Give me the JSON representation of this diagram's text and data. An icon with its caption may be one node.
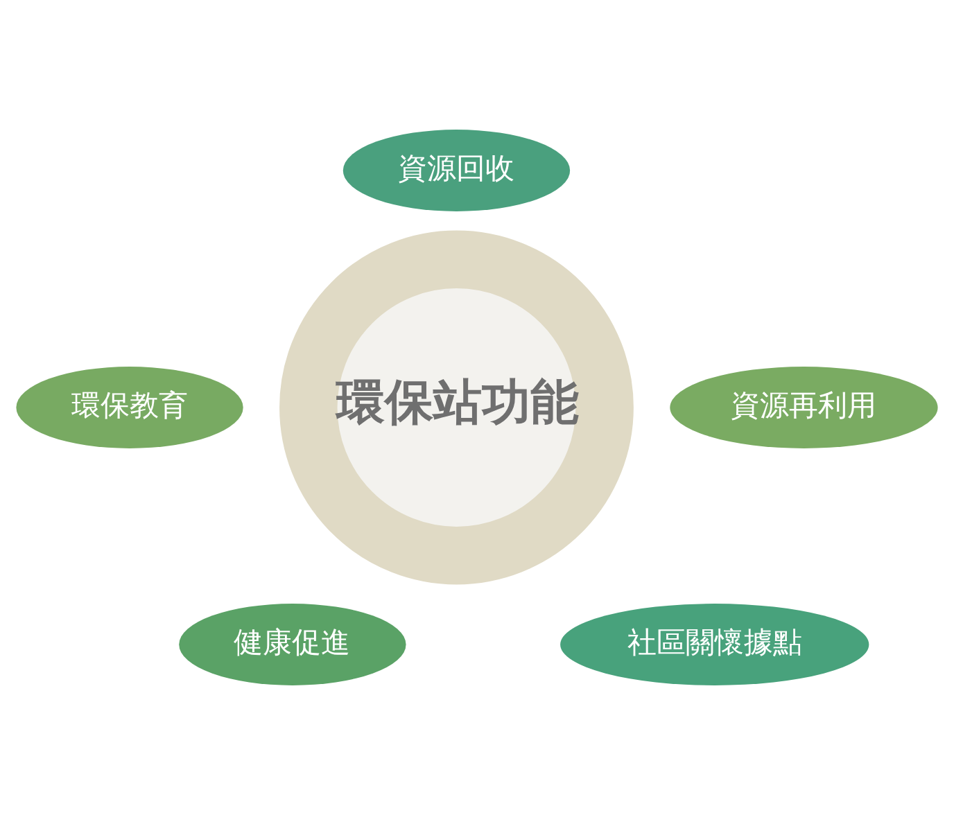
{
  "diagram": {
    "nodes": [
      {
        "text": [
          "環保站功能"
        ]
      },
      {
        "text": [
          "資源回收"
        ]
      },
      {
        "text": [
          "資源再利用"
        ]
      },
      {
        "text": [
          "社區關懷據點"
        ]
      },
      {
        "text": [
          "健康促進"
        ]
      },
      {
        "text": [
          "環保教育"
        ]
      }
    ]
  }
}
